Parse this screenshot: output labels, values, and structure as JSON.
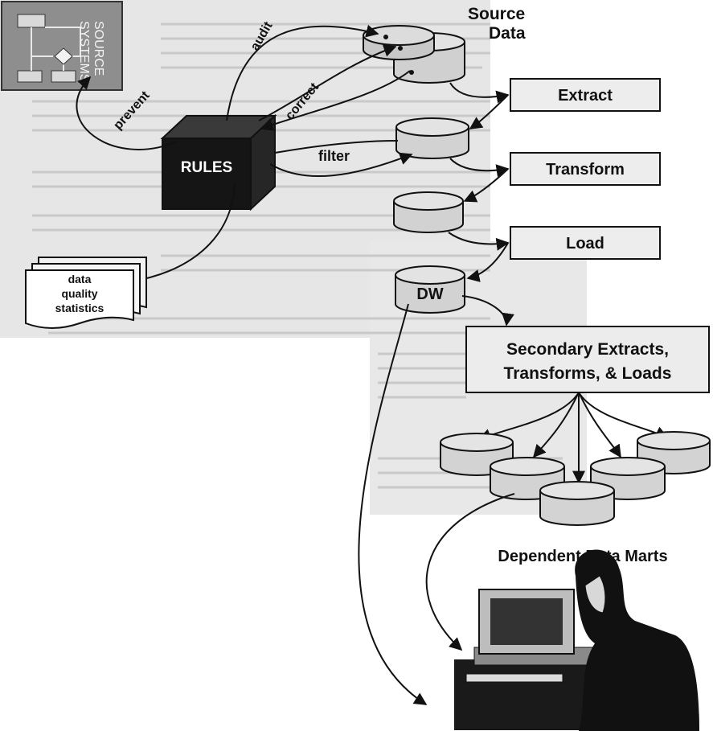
{
  "source_systems": {
    "label_line1": "SOURCE",
    "label_line2": "SYSTEMS"
  },
  "source_data": {
    "title_line1": "Source",
    "title_line2": "Data"
  },
  "rules": {
    "label": "RULES"
  },
  "actions": {
    "prevent": "prevent",
    "audit": "audit",
    "correct": "correct",
    "filter": "filter"
  },
  "stats": {
    "line1": "data",
    "line2": "quality",
    "line3": "statistics"
  },
  "steps": {
    "extract": "Extract",
    "transform": "Transform",
    "load": "Load"
  },
  "dw": {
    "label": "DW"
  },
  "secondary": {
    "line1": "Secondary Extracts,",
    "line2": "Transforms, & Loads"
  },
  "marts": {
    "label": "Dependent Data Marts"
  },
  "colors": {
    "rules_box": "#151515",
    "background_print": "#d6d6d6",
    "process_box": "#ececec",
    "ink": "#111111"
  }
}
